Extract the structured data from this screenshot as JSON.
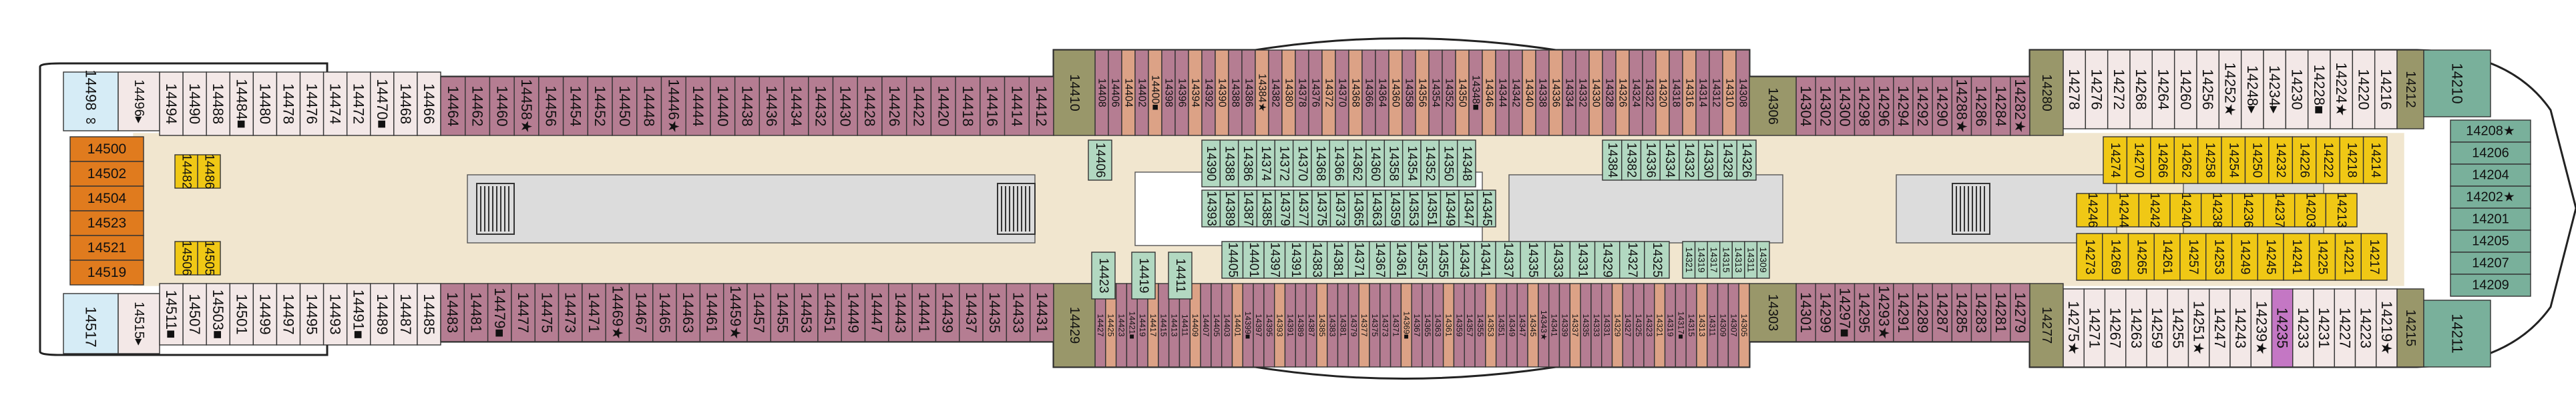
{
  "deck": {
    "colors": {
      "inside": "#f3e8e7",
      "balcony": "#b57d92",
      "oceanview": "#dca286",
      "interior_green": "#b2d8c1",
      "suite_yellow": "#f0c815",
      "spa_blue": "#d6ecf6",
      "orange": "#e07b1e",
      "olive": "#99976a",
      "violet": "#c477c4",
      "corridor": "#f1e6cf",
      "atrium": "#dcdcdc",
      "teal": "#79b09b"
    },
    "aft": {
      "top": [
        {
          "label": "14498",
          "sym": "∞"
        },
        {
          "label": "14496",
          "sym": "▸"
        }
      ],
      "bottom": [
        {
          "label": "14517",
          "sym": ""
        },
        {
          "label": "14515",
          "sym": "▸"
        }
      ],
      "stack": [
        "14500",
        "14502",
        "14504",
        "14523",
        "14521",
        "14519"
      ]
    },
    "rows": {
      "top_aft": [
        {
          "label": "14494"
        },
        {
          "label": "14490"
        },
        {
          "label": "14488"
        },
        {
          "label": "14484",
          "sym": "■"
        },
        {
          "label": "14480"
        },
        {
          "label": "14478"
        },
        {
          "label": "14476"
        },
        {
          "label": "14474"
        },
        {
          "label": "14472"
        },
        {
          "label": "14470",
          "sym": "■"
        },
        {
          "label": "14468"
        },
        {
          "label": "14466"
        }
      ],
      "bot_aft": [
        {
          "label": "14511",
          "sym": "■"
        },
        {
          "label": "14507"
        },
        {
          "label": "14503",
          "sym": "■"
        },
        {
          "label": "14501"
        },
        {
          "label": "14499"
        },
        {
          "label": "14497"
        },
        {
          "label": "14495"
        },
        {
          "label": "14493"
        },
        {
          "label": "14491",
          "sym": "■"
        },
        {
          "label": "14489"
        },
        {
          "label": "14487"
        },
        {
          "label": "14485"
        }
      ],
      "top_mid": [
        {
          "label": "14464"
        },
        {
          "label": "14462"
        },
        {
          "label": "14460"
        },
        {
          "label": "14458",
          "sym": "★"
        },
        {
          "label": "14456"
        },
        {
          "label": "14454"
        },
        {
          "label": "14452"
        },
        {
          "label": "14450"
        },
        {
          "label": "14448"
        },
        {
          "label": "14446",
          "sym": "★"
        },
        {
          "label": "14444"
        },
        {
          "label": "14440"
        },
        {
          "label": "14438"
        },
        {
          "label": "14436"
        },
        {
          "label": "14434"
        },
        {
          "label": "14432"
        },
        {
          "label": "14430"
        },
        {
          "label": "14428"
        },
        {
          "label": "14426"
        },
        {
          "label": "14422"
        },
        {
          "label": "14420"
        },
        {
          "label": "14418"
        },
        {
          "label": "14416"
        },
        {
          "label": "14414"
        },
        {
          "label": "14412"
        }
      ],
      "bot_mid": [
        {
          "label": "14483"
        },
        {
          "label": "14481"
        },
        {
          "label": "14479",
          "sym": "■"
        },
        {
          "label": "14477"
        },
        {
          "label": "14475"
        },
        {
          "label": "14473"
        },
        {
          "label": "14471"
        },
        {
          "label": "14469",
          "sym": "★"
        },
        {
          "label": "14467"
        },
        {
          "label": "14465"
        },
        {
          "label": "14463"
        },
        {
          "label": "14461"
        },
        {
          "label": "14459",
          "sym": "★"
        },
        {
          "label": "14457"
        },
        {
          "label": "14455"
        },
        {
          "label": "14453"
        },
        {
          "label": "14451"
        },
        {
          "label": "14449"
        },
        {
          "label": "14447"
        },
        {
          "label": "14443"
        },
        {
          "label": "14441"
        },
        {
          "label": "14439"
        },
        {
          "label": "14437"
        },
        {
          "label": "14435"
        },
        {
          "label": "14433"
        },
        {
          "label": "14431"
        }
      ],
      "top_center": [
        {
          "label": "14408"
        },
        {
          "label": "14406"
        },
        {
          "label": "14404"
        },
        {
          "label": "14402"
        },
        {
          "label": "14400",
          "sym": "■"
        },
        {
          "label": "14398"
        },
        {
          "label": "14396"
        },
        {
          "label": "14394"
        },
        {
          "label": "14392"
        },
        {
          "label": "14390"
        },
        {
          "label": "14388"
        },
        {
          "label": "14386"
        },
        {
          "label": "14384",
          "sym": "★"
        },
        {
          "label": "14382"
        },
        {
          "label": "14380"
        },
        {
          "label": "14378"
        },
        {
          "label": "14376"
        },
        {
          "label": "14372"
        },
        {
          "label": "14370"
        },
        {
          "label": "14368"
        },
        {
          "label": "14366"
        },
        {
          "label": "14364"
        },
        {
          "label": "14360"
        },
        {
          "label": "14358"
        },
        {
          "label": "14356"
        },
        {
          "label": "14354"
        },
        {
          "label": "14352"
        },
        {
          "label": "14350"
        },
        {
          "label": "14348",
          "sym": "■"
        },
        {
          "label": "14346"
        },
        {
          "label": "14344"
        },
        {
          "label": "14342"
        },
        {
          "label": "14340"
        },
        {
          "label": "14338"
        },
        {
          "label": "14336"
        },
        {
          "label": "14334"
        },
        {
          "label": "14332"
        },
        {
          "label": "14330"
        },
        {
          "label": "14328"
        },
        {
          "label": "14326"
        },
        {
          "label": "14324"
        },
        {
          "label": "14322"
        },
        {
          "label": "14320"
        },
        {
          "label": "14318"
        },
        {
          "label": "14316"
        },
        {
          "label": "14314"
        },
        {
          "label": "14312"
        },
        {
          "label": "14310"
        },
        {
          "label": "14308"
        }
      ],
      "bot_center": [
        {
          "label": "14427"
        },
        {
          "label": "14425"
        },
        {
          "label": "14423"
        },
        {
          "label": "14421",
          "sym": "■"
        },
        {
          "label": "14419"
        },
        {
          "label": "14417"
        },
        {
          "label": "14415"
        },
        {
          "label": "14413"
        },
        {
          "label": "14411"
        },
        {
          "label": "14409"
        },
        {
          "label": "14407"
        },
        {
          "label": "14405"
        },
        {
          "label": "14403"
        },
        {
          "label": "14401"
        },
        {
          "label": "14399",
          "sym": "■"
        },
        {
          "label": "14397"
        },
        {
          "label": "14395"
        },
        {
          "label": "14393"
        },
        {
          "label": "14391"
        },
        {
          "label": "14389"
        },
        {
          "label": "14387"
        },
        {
          "label": "14385"
        },
        {
          "label": "14383"
        },
        {
          "label": "14381"
        },
        {
          "label": "14379"
        },
        {
          "label": "14377"
        },
        {
          "label": "14375"
        },
        {
          "label": "14373"
        },
        {
          "label": "14371"
        },
        {
          "label": "14369",
          "sym": "■"
        },
        {
          "label": "14367"
        },
        {
          "label": "14365"
        },
        {
          "label": "14363"
        },
        {
          "label": "14361"
        },
        {
          "label": "14359"
        },
        {
          "label": "14357"
        },
        {
          "label": "14355"
        },
        {
          "label": "14353"
        },
        {
          "label": "14351"
        },
        {
          "label": "14349"
        },
        {
          "label": "14347"
        },
        {
          "label": "14345"
        },
        {
          "label": "14343",
          "sym": "★"
        },
        {
          "label": "14341"
        },
        {
          "label": "14339"
        },
        {
          "label": "14337"
        },
        {
          "label": "14335"
        },
        {
          "label": "14333"
        },
        {
          "label": "14331"
        },
        {
          "label": "14329"
        },
        {
          "label": "14327"
        },
        {
          "label": "14325"
        },
        {
          "label": "14323"
        },
        {
          "label": "14321"
        },
        {
          "label": "14319"
        },
        {
          "label": "14317",
          "sym": "■"
        },
        {
          "label": "14315"
        },
        {
          "label": "14313"
        },
        {
          "label": "14311"
        },
        {
          "label": "14309"
        },
        {
          "label": "14307"
        },
        {
          "label": "14305"
        }
      ],
      "top_fwd": [
        {
          "label": "14304"
        },
        {
          "label": "14302"
        },
        {
          "label": "14300"
        },
        {
          "label": "14298"
        },
        {
          "label": "14296"
        },
        {
          "label": "14294"
        },
        {
          "label": "14292"
        },
        {
          "label": "14290"
        },
        {
          "label": "14288",
          "sym": "★"
        },
        {
          "label": "14286"
        },
        {
          "label": "14284"
        },
        {
          "label": "14282",
          "sym": "★"
        }
      ],
      "bot_fwd": [
        {
          "label": "14301"
        },
        {
          "label": "14299"
        },
        {
          "label": "14297",
          "sym": "■"
        },
        {
          "label": "14295"
        },
        {
          "label": "14293",
          "sym": "★"
        },
        {
          "label": "14291"
        },
        {
          "label": "14289"
        },
        {
          "label": "14287"
        },
        {
          "label": "14285"
        },
        {
          "label": "14283"
        },
        {
          "label": "14281"
        },
        {
          "label": "14279"
        }
      ],
      "top_bow": [
        {
          "label": "14278"
        },
        {
          "label": "14276"
        },
        {
          "label": "14272"
        },
        {
          "label": "14268"
        },
        {
          "label": "14264"
        },
        {
          "label": "14260"
        },
        {
          "label": "14256"
        },
        {
          "label": "14252",
          "sym": "★"
        },
        {
          "label": "14248",
          "sym": "▸"
        },
        {
          "label": "14234",
          "sym": "▸"
        },
        {
          "label": "14230"
        },
        {
          "label": "14228",
          "sym": "■"
        },
        {
          "label": "14224",
          "sym": "★"
        },
        {
          "label": "14220"
        },
        {
          "label": "14216"
        }
      ],
      "bot_bow": [
        {
          "label": "14275",
          "sym": "★"
        },
        {
          "label": "14271"
        },
        {
          "label": "14267"
        },
        {
          "label": "14263"
        },
        {
          "label": "14259"
        },
        {
          "label": "14255"
        },
        {
          "label": "14251",
          "sym": "★"
        },
        {
          "label": "14247"
        },
        {
          "label": "14243"
        },
        {
          "label": "14239",
          "sym": "★"
        },
        {
          "label": "14235"
        },
        {
          "label": "14233"
        },
        {
          "label": "14231"
        },
        {
          "label": "14227"
        },
        {
          "label": "14223"
        },
        {
          "label": "14219",
          "sym": "★"
        }
      ]
    },
    "olive": {
      "top_left": "14410",
      "bot_left": "14429",
      "top_right": "14306",
      "bot_right": "14303",
      "fwd_top": "14280",
      "fwd_bot": "14277",
      "bow_top": "14212",
      "bow_bot": "14215"
    },
    "bow_teal": {
      "top": "14210",
      "bot": "14211"
    },
    "bow_stack": [
      "14208",
      "14206",
      "14204",
      "14202",
      "14201",
      "14205",
      "14207",
      "14209"
    ],
    "bow_stack_sym": [
      "★",
      "",
      "",
      "★",
      "",
      "",
      "",
      ""
    ],
    "interior": {
      "yellow_aft": [
        "14482",
        "14486",
        "14506",
        "14505"
      ],
      "green_aft": [
        "14406",
        "14419",
        "14423",
        "14411"
      ],
      "green_upper": [
        "14390",
        "14388",
        "14386",
        "14374",
        "14372",
        "14370",
        "14368",
        "14366",
        "14362",
        "14360",
        "14358",
        "14354",
        "14352",
        "14350",
        "14348"
      ],
      "green_lower_top": [
        "14393",
        "14389",
        "14387",
        "14385",
        "14379",
        "14377",
        "14375",
        "14373",
        "14365",
        "14363",
        "14359",
        "14353",
        "14351",
        "14349",
        "14347",
        "14345"
      ],
      "green_lower_bot": [
        "14405",
        "14401",
        "14397",
        "14391",
        "14383",
        "14381",
        "14371",
        "14367",
        "14361",
        "14357",
        "14355",
        "14343",
        "14341"
      ],
      "green_center_top": [
        "14384",
        "14382",
        "14336",
        "14334",
        "14332",
        "14330",
        "14328",
        "14326"
      ],
      "green_center_bot": [
        "14337",
        "14335",
        "14333",
        "14331",
        "14329",
        "14327",
        "14325"
      ],
      "green_center_low": [
        "14321",
        "14319",
        "14317",
        "14315",
        "14313",
        "14311",
        "14309"
      ],
      "yellow_fwd_top": [
        "14274",
        "14270",
        "14266",
        "14262",
        "14258",
        "14254",
        "14250",
        "14232",
        "14226",
        "14222",
        "14218",
        "14214"
      ],
      "yellow_fwd_mid": [
        "14246",
        "14244",
        "14242",
        "14240",
        "14238",
        "14236",
        "14237",
        "14203",
        "14213"
      ],
      "yellow_fwd_bot": [
        "14273",
        "14269",
        "14265",
        "14261",
        "14257",
        "14253",
        "14249",
        "14245",
        "14241",
        "14225",
        "14221",
        "14217"
      ]
    }
  }
}
